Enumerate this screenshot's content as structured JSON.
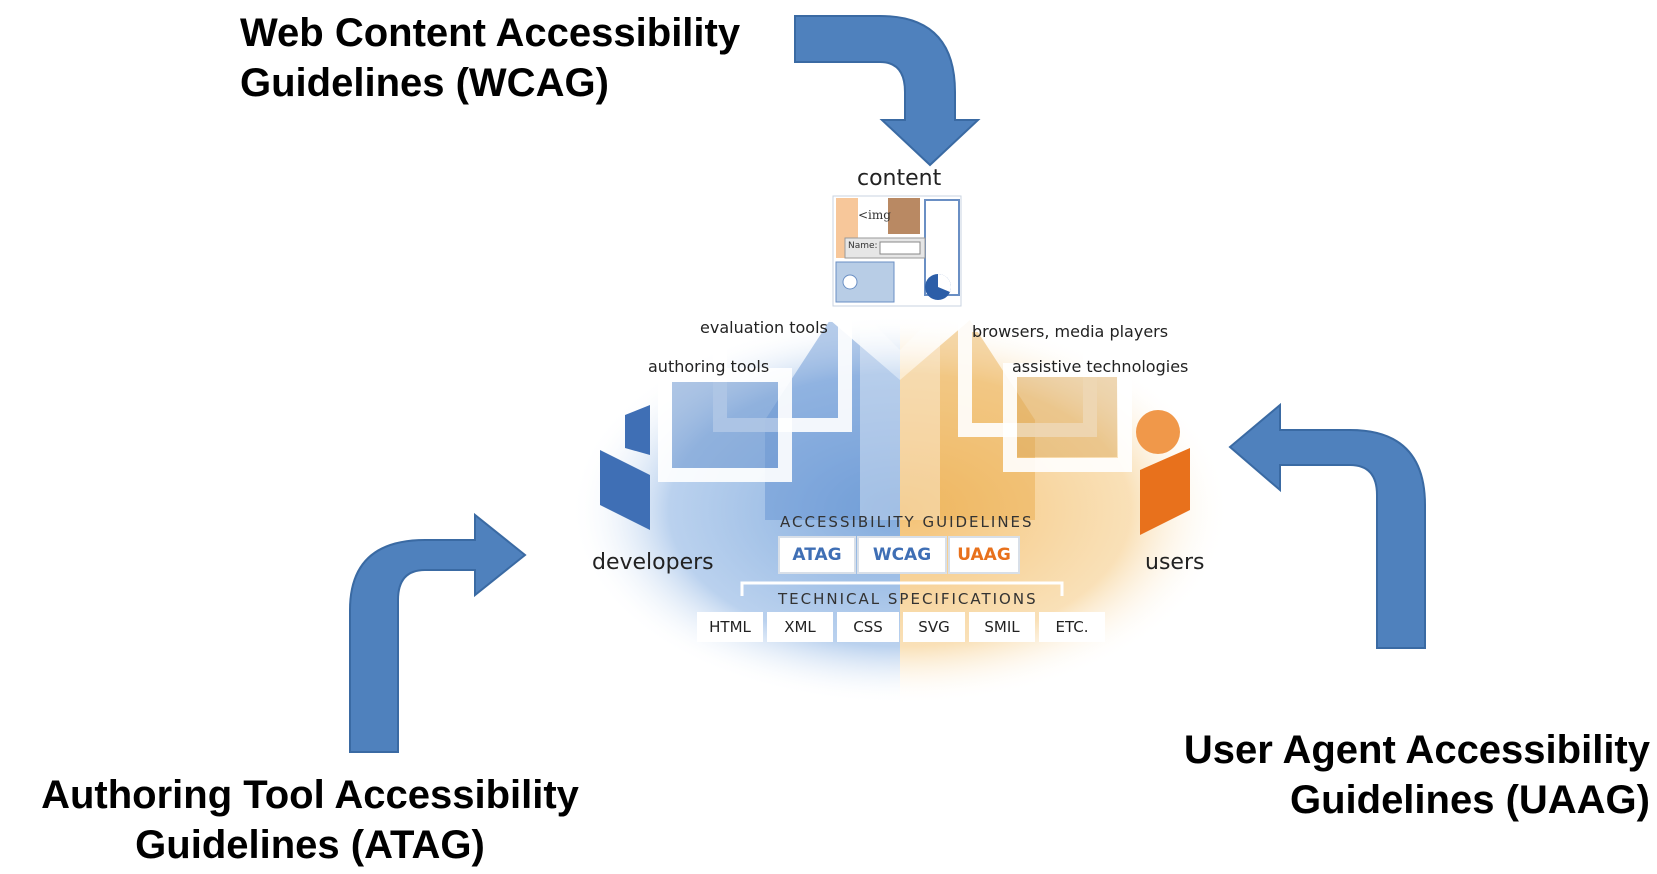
{
  "callouts": {
    "wcag": {
      "line1": "Web Content Accessibility",
      "line2": "Guidelines (WCAG)"
    },
    "atag": {
      "line1": "Authoring Tool Accessibility",
      "line2": "Guidelines (ATAG)"
    },
    "uaag": {
      "line1": "User Agent Accessibility",
      "line2": "Guidelines  (UAAG)"
    }
  },
  "diagram": {
    "content_label": "content",
    "developers_label": "developers",
    "users_label": "users",
    "evaluation_tools": "evaluation tools",
    "authoring_tools": "authoring tools",
    "browsers": "browsers, media players",
    "assistive": "assistive technologies",
    "guidelines_heading": "ACCESSIBILITY GUIDELINES",
    "guidelines": [
      "ATAG",
      "WCAG",
      "UAAG"
    ],
    "specs_heading": "TECHNICAL SPECIFICATIONS",
    "specs": [
      "HTML",
      "XML",
      "CSS",
      "SVG",
      "SMIL",
      "ETC."
    ],
    "thumbnail": {
      "img_tag": "<img",
      "name_field": "Name:"
    }
  },
  "colors": {
    "arrow": "#4f81bd",
    "developer_blue": "#3f6fb5",
    "user_orange": "#e8711c",
    "atag_text": "#3f6fb5",
    "wcag_text": "#3f6fb5",
    "uaag_text": "#e8711c"
  },
  "icons": [
    "curved-arrow-down-icon",
    "curved-arrow-right-icon",
    "curved-arrow-left-icon",
    "developer-icon",
    "user-icon",
    "pie-chart-icon",
    "weather-icon"
  ]
}
